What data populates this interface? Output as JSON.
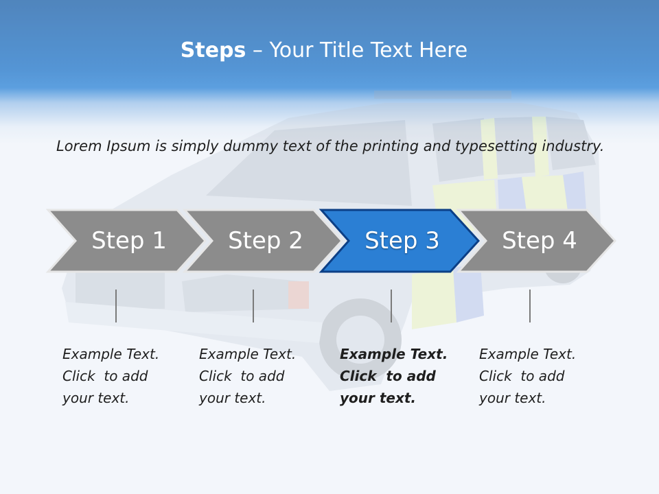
{
  "title": {
    "bold": "Steps",
    "rest": " – Your Title Text Here"
  },
  "intro": "Lorem Ipsum is simply dummy text of the printing and typesetting industry.",
  "colors": {
    "header": "#1f74c8",
    "step_inactive": "#8c8c8c",
    "step_active": "#2b7fd4",
    "text": "#1e1e1e"
  },
  "steps": [
    {
      "label": "Step 1",
      "active": false,
      "desc": [
        "Example Text.",
        "Click  to add",
        "your text."
      ]
    },
    {
      "label": "Step 2",
      "active": false,
      "desc": [
        "Example Text.",
        "Click  to add",
        "your text."
      ]
    },
    {
      "label": "Step 3",
      "active": true,
      "desc": [
        "Example Text.",
        "Click  to add",
        "your text."
      ]
    },
    {
      "label": "Step 4",
      "active": false,
      "desc": [
        "Example Text.",
        "Click  to add",
        "your text."
      ]
    }
  ],
  "background_image": "police-car-photo"
}
